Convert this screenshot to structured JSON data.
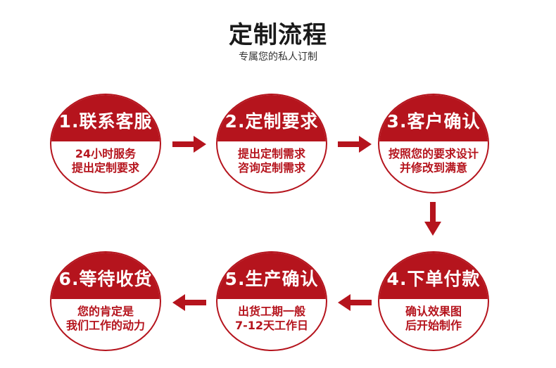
{
  "header": {
    "title": "定制流程",
    "subtitle": "专属您的私人订制"
  },
  "colors": {
    "accent": "#b5141d"
  },
  "steps": [
    {
      "title": "1.联系客服",
      "line1": "24小时服务",
      "line2": "提出定制要求"
    },
    {
      "title": "2.定制要求",
      "line1": "提出定制需求",
      "line2": "咨询定制需求"
    },
    {
      "title": "3.客户确认",
      "line1": "按照您的要求设计",
      "line2": "并修改到满意"
    },
    {
      "title": "4.下单付款",
      "line1": "确认效果图",
      "line2": "后开始制作"
    },
    {
      "title": "5.生产确认",
      "line1": "出货工期一般",
      "line2": "7-12天工作日"
    },
    {
      "title": "6.等待收货",
      "line1": "您的肯定是",
      "line2": "我们工作的动力"
    }
  ]
}
